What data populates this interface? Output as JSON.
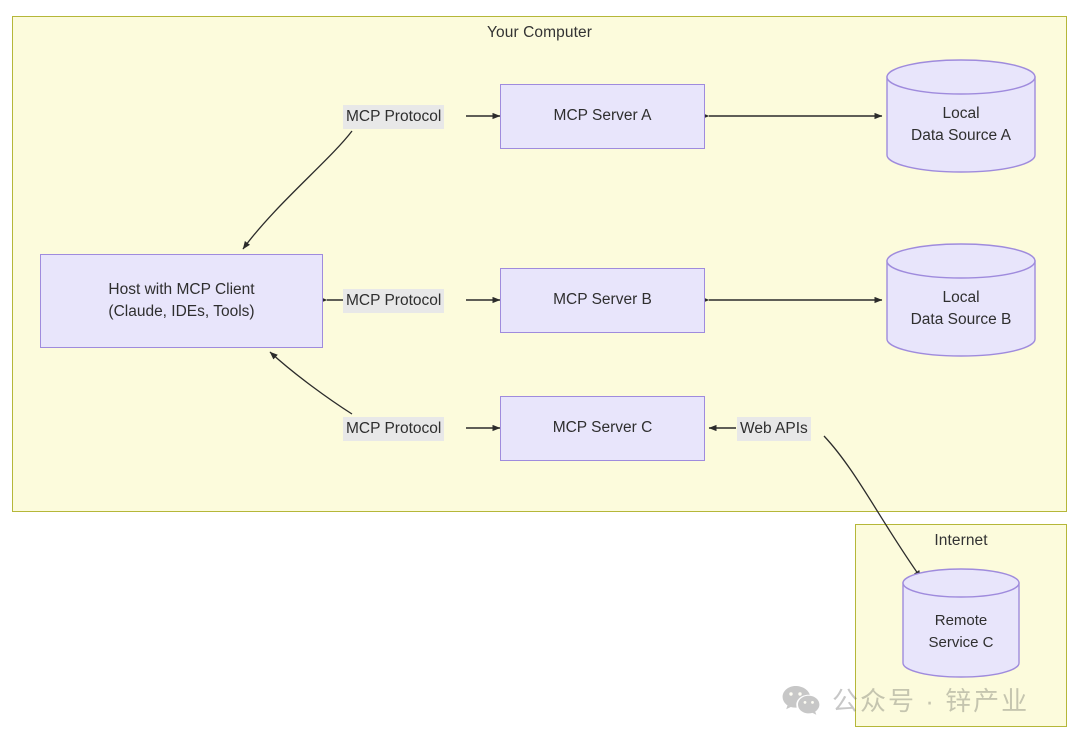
{
  "diagram": {
    "groups": [
      {
        "id": "your-computer",
        "title": "Your Computer"
      },
      {
        "id": "internet",
        "title": "Internet"
      }
    ],
    "nodes": {
      "host": {
        "line1": "Host with MCP Client",
        "line2": "(Claude, IDEs, Tools)"
      },
      "server_a": {
        "label": "MCP Server A"
      },
      "server_b": {
        "label": "MCP Server B"
      },
      "server_c": {
        "label": "MCP Server C"
      },
      "data_source_a": {
        "line1": "Local",
        "line2": "Data Source A"
      },
      "data_source_b": {
        "line1": "Local",
        "line2": "Data Source B"
      },
      "remote_service_c": {
        "line1": "Remote",
        "line2": "Service C"
      }
    },
    "edge_labels": {
      "protocol_a": "MCP Protocol",
      "protocol_b": "MCP Protocol",
      "protocol_c": "MCP Protocol",
      "web_apis": "Web APIs"
    },
    "watermark": {
      "text": "公众号 · 锌产业",
      "icon": "wechat-icon"
    },
    "colors": {
      "group_fill": "#fcfbdc",
      "group_border": "#b5b739",
      "node_fill": "#e8e5fb",
      "node_border": "#9f8bdd",
      "label_fill": "#e8e8e8",
      "edge_stroke": "#333333",
      "text": "#2f2f2f"
    }
  }
}
